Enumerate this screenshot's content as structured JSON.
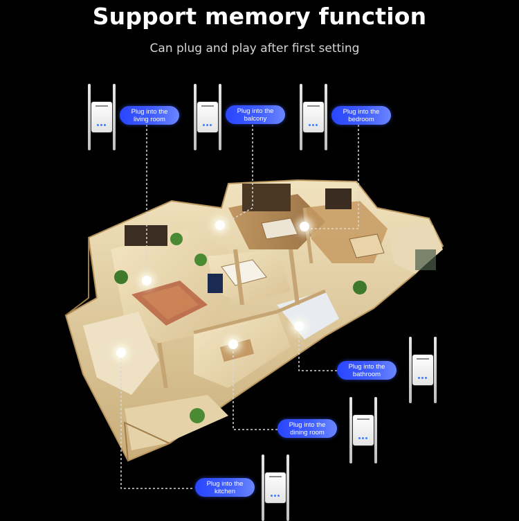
{
  "header": {
    "title": "Support memory function",
    "subtitle": "Can plug and play after first setting"
  },
  "locations": [
    {
      "label_line1": "Plug into the",
      "label_line2": "living room"
    },
    {
      "label_line1": "Plug into the",
      "label_line2": "balcony"
    },
    {
      "label_line1": "Plug into the",
      "label_line2": "bedroom"
    },
    {
      "label_line1": "Plug into the",
      "label_line2": "bathroom"
    },
    {
      "label_line1": "Plug into the",
      "label_line2": "dining room"
    },
    {
      "label_line1": "Plug into the",
      "label_line2": "kitchen"
    }
  ],
  "colors": {
    "background": "#000000",
    "label_pill": "#3350ff",
    "connector_line": "#d8d8d8",
    "device_led": "#3a7dff"
  },
  "icons": [
    "wifi-extender-icon"
  ]
}
